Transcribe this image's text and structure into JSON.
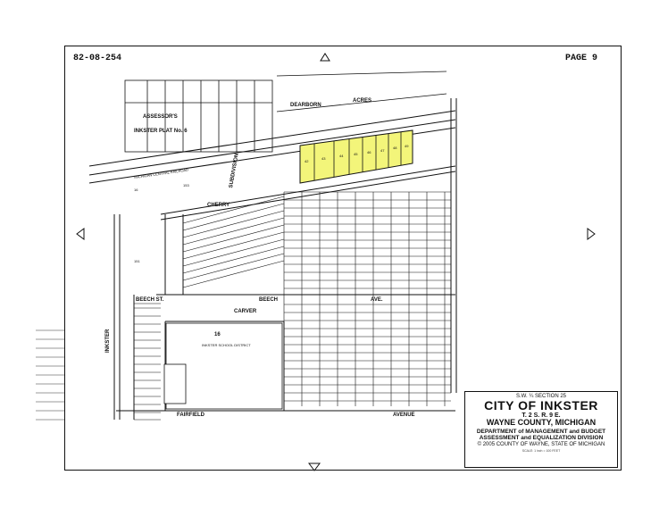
{
  "header": {
    "map_number": "82-08-254",
    "page_label": "PAGE",
    "page_number": "9"
  },
  "title_block": {
    "section": "S.W. ¼ SECTION 25",
    "city": "CITY OF INKSTER",
    "township": "T. 2 S. R. 9 E.",
    "county": "WAYNE COUNTY, MICHIGAN",
    "department": "DEPARTMENT of MANAGEMENT and BUDGET",
    "division": "ASSESSMENT and EQUALIZATION DIVISION",
    "copyright": "© 2005 COUNTY OF WAYNE, STATE OF MICHIGAN",
    "scale": "SCALE: 1 inch = 100 FEET"
  },
  "labels": {
    "assessors_plat": "ASSESSOR'S",
    "inkster_plat": "INKSTER PLAT No. 6",
    "railroad": "MICHIGAN CENTRAL RAILROAD",
    "subdivision": "SUBDIVISION",
    "cherry": "CHERRY",
    "beech_st": "BEECH ST.",
    "beech_ave": "BEECH",
    "avenue_label": "AVE.",
    "carver": "CARVER",
    "school": "INKSTER SCHOOL DISTRICT",
    "school_no": "16",
    "fairfield": "FAIRFIELD",
    "avenue_bottom": "AVENUE",
    "dearborn": "DEARBORN",
    "acres": "ACRES",
    "inkster_road": "INKSTER",
    "parcel_16": "16",
    "parcel_151": "151",
    "parcel_153": "153",
    "lot_42": "42",
    "lot_43": "43",
    "lot_44": "44",
    "lot_45": "45",
    "lot_46": "46",
    "lot_47": "47",
    "lot_48": "48",
    "lot_49": "49"
  },
  "colors": {
    "highlight": "#f3f57a",
    "line": "#111111",
    "paper": "#ffffff"
  }
}
